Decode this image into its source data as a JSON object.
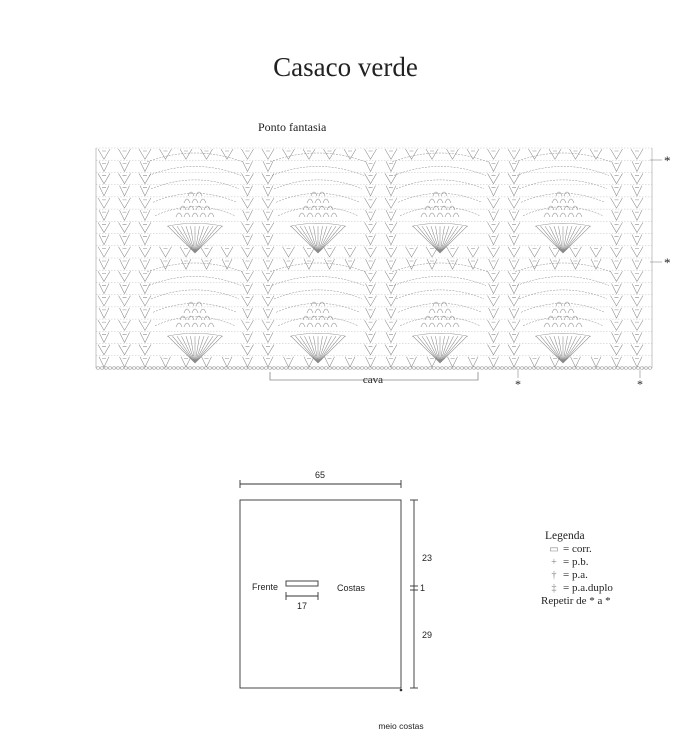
{
  "title": "Casaco verde",
  "pattern": {
    "label": "Ponto fantasia",
    "cava_label": "cava",
    "repeat_marker": "*"
  },
  "schematic": {
    "width_label": "65",
    "top_label": "23",
    "mid_label": "1",
    "bottom_label": "29",
    "slit_label": "17",
    "frente_label": "Frente",
    "costas_label": "Costas",
    "meio_label": "meio costas"
  },
  "legend": {
    "title": "Legenda",
    "items": [
      {
        "icon": "chain-icon",
        "text": "= corr."
      },
      {
        "icon": "single-crochet-icon",
        "text": "= p.b."
      },
      {
        "icon": "double-crochet-icon",
        "text": "= p.a."
      },
      {
        "icon": "treble-crochet-icon",
        "text": "= p.a.duplo"
      }
    ],
    "repeat": "Repetir de * a *"
  },
  "colors": {
    "ink": "#222222",
    "stitch": "#8a8a8a",
    "line": "#555555"
  }
}
